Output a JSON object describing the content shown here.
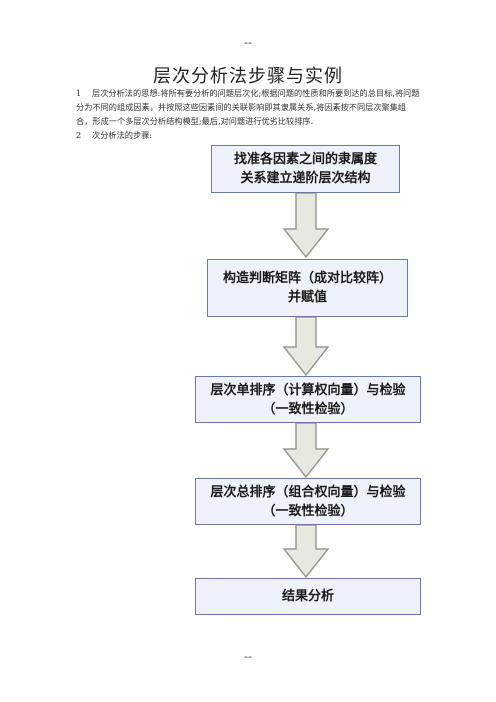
{
  "header_mark": "--",
  "footer_mark": "--",
  "title": "层次分析法步骤与实例",
  "paragraphs": [
    {
      "num": "1",
      "text": "层次分析法的思想:将所有要分析的问题层次化;根据问题的性质和所要到达的总目标,将问题分为不同的组成因素，并按照这些因素间的关联影响即其隶属关系,将因素按不同层次聚集组合，形成一个多层次分析结构模型;最后,对问题进行优劣比较排序."
    },
    {
      "num": "2",
      "text": "次分析法的步骤:"
    }
  ],
  "flow": {
    "steps": [
      {
        "line1": "找准各因素之间的隶属度",
        "line2": "关系建立递阶层次结构"
      },
      {
        "line1": "构造判断矩阵（成对比较阵）",
        "line2": "并赋值"
      },
      {
        "line1": "层次单排序（计算权向量）与检验",
        "line2": "（一致性检验）"
      },
      {
        "line1": "层次总排序（组合权向量）与检验",
        "line2": "（一致性检验）"
      },
      {
        "line1": "结果分析",
        "line2": ""
      }
    ],
    "box_fill": "#eef2fb",
    "box_border": "#6a7aa8",
    "arrow_fill": "#e8e8e0",
    "arrow_stroke": "#9a9a90"
  }
}
